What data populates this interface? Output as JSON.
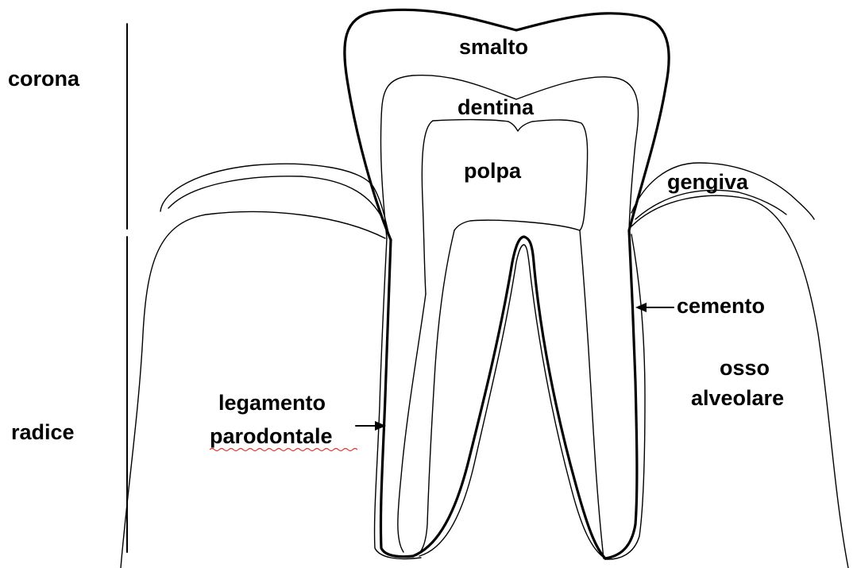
{
  "labels": {
    "corona": "corona",
    "radice": "radice",
    "smalto": "smalto",
    "dentina": "dentina",
    "polpa": "polpa",
    "gengiva": "gengiva",
    "cemento": "cemento",
    "osso_line1": "osso",
    "osso_line2": "alveolare",
    "legamento_line1": "legamento",
    "legamento_line2": "parodontale"
  },
  "colors": {
    "ink": "#000000",
    "spellcheck_underline": "#e0302a",
    "background": "#ffffff"
  }
}
